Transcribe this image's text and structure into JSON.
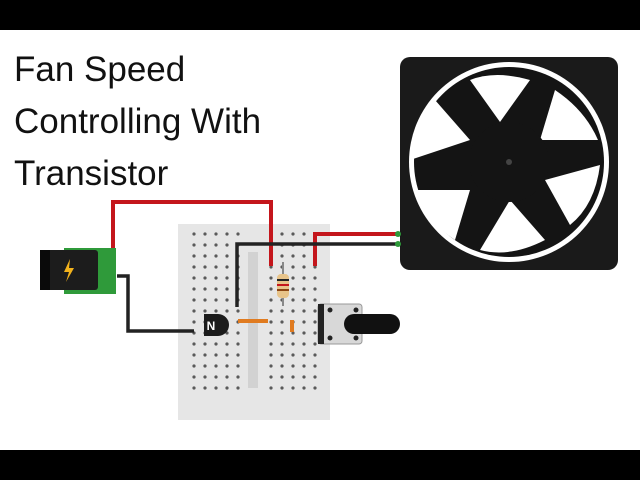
{
  "title": {
    "line1": "Fan Speed",
    "line2": "Controlling With",
    "line3": "Transistor"
  },
  "components": {
    "power_jack": "dc-power-jack",
    "breadboard": "mini-breadboard",
    "transistor": {
      "label": "N"
    },
    "resistor": "resistor",
    "potentiometer": "potentiometer",
    "fan": "dc-fan"
  },
  "colors": {
    "wire_positive": "#c4161c",
    "wire_ground": "#222222",
    "jumper": "#e07b20",
    "breadboard": "#e6e6e6",
    "pcb": "#2f9a3a",
    "fan_body": "#1a1a1a"
  }
}
